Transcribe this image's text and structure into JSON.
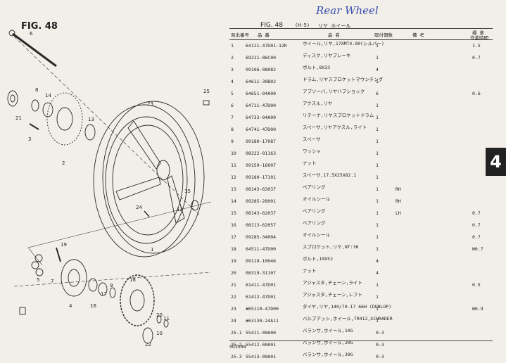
{
  "header": {
    "fig_left": "FIG. 48",
    "fig_table": "FIG. 48",
    "fig_section": "(H-5)",
    "fig_title": "リヤ ホイール",
    "handwritten_note": "Rear Wheel"
  },
  "columns": {
    "ref_no": "見出番号",
    "part_no": "品 番",
    "part_name": "品 名",
    "qty": "取付個数",
    "remarks": "備 考",
    "standard_top": "標 準",
    "standard_bottom": "作業時間"
  },
  "rows": [
    {
      "no": "1",
      "part_no": "64111-47D01-12R",
      "name": "ホイール,リヤ,17XMT4.00(シルバー)",
      "qty": "1",
      "remarks": "",
      "std": "1.5"
    },
    {
      "no": "2",
      "part_no": "69211-06C00",
      "name": "ディスク,リヤブレーキ",
      "qty": "1",
      "remarks": "",
      "std": "0.7"
    },
    {
      "no": "3",
      "part_no": "09106-08082",
      "name": "ボルト,8X33",
      "qty": "4",
      "remarks": "",
      "std": ""
    },
    {
      "no": "4",
      "part_no": "64611-30B02",
      "name": "ドラム,リヤスプロケットマウンチング",
      "qty": "1",
      "remarks": "",
      "std": ""
    },
    {
      "no": "5",
      "part_no": "64651-04A00",
      "name": "アブソーバ,リヤハブショック",
      "qty": "6",
      "remarks": "",
      "std": "0.6"
    },
    {
      "no": "6",
      "part_no": "64711-47D00",
      "name": "アクスル,リヤ",
      "qty": "1",
      "remarks": "",
      "std": ""
    },
    {
      "no": "7",
      "part_no": "64733-04A00",
      "name": "リテーナ,リヤスプロケットドラム",
      "qty": "1",
      "remarks": "",
      "std": ""
    },
    {
      "no": "8",
      "part_no": "64741-47D00",
      "name": "スペーサ,リヤアクスル,ライト",
      "qty": "1",
      "remarks": "",
      "std": ""
    },
    {
      "no": "9",
      "part_no": "09180-17087",
      "name": "スペーサ",
      "qty": "1",
      "remarks": "",
      "std": ""
    },
    {
      "no": "10",
      "part_no": "08322-01163",
      "name": "ワッシャ",
      "qty": "1",
      "remarks": "",
      "std": ""
    },
    {
      "no": "11",
      "part_no": "09159-16007",
      "name": "ナット",
      "qty": "1",
      "remarks": "",
      "std": ""
    },
    {
      "no": "12",
      "part_no": "09180-17101",
      "name": "スペーサ,17.5X25X82.1",
      "qty": "1",
      "remarks": "",
      "std": ""
    },
    {
      "no": "13",
      "part_no": "08143-63037",
      "name": "ベアリング",
      "qty": "1",
      "remarks": "RH",
      "std": ""
    },
    {
      "no": "14",
      "part_no": "09285-28001",
      "name": "オイルシール",
      "qty": "1",
      "remarks": "RH",
      "std": ""
    },
    {
      "no": "15",
      "part_no": "08143-62037",
      "name": "ベアリング",
      "qty": "1",
      "remarks": "LH",
      "std": "0.7"
    },
    {
      "no": "16",
      "part_no": "08113-62057",
      "name": "ベアリング",
      "qty": "1",
      "remarks": "",
      "std": "0.7"
    },
    {
      "no": "17",
      "part_no": "09285-34004",
      "name": "オイルシール",
      "qty": "1",
      "remarks": "",
      "std": "0.7"
    },
    {
      "no": "18",
      "part_no": "64511-47D00",
      "name": "スプロケット,リヤ,NT:36",
      "qty": "1",
      "remarks": "",
      "std": "W0.7"
    },
    {
      "no": "19",
      "part_no": "09119-10046",
      "name": "ボルト,10X52",
      "qty": "4",
      "remarks": "",
      "std": ""
    },
    {
      "no": "20",
      "part_no": "08319-31107",
      "name": "ナット",
      "qty": "4",
      "remarks": "",
      "std": ""
    },
    {
      "no": "21",
      "part_no": "61411-47D01",
      "name": "アジャスタ,チェーン,ライト",
      "qty": "1",
      "remarks": "",
      "std": "0.5"
    },
    {
      "no": "22",
      "part_no": "61412-47D01",
      "name": "アジャスタ,チェーン,レフト",
      "qty": "1",
      "remarks": "",
      "std": ""
    },
    {
      "no": "23",
      "part_no": "#65110-47D00",
      "name": "タイヤ,リヤ,140/70-17 66H (DUNLOP)",
      "qty": "1",
      "remarks": "",
      "std": "W0.9"
    },
    {
      "no": "24",
      "part_no": "#63130-24A11",
      "name": "バルブアッシ,ホイール,TR412,SCHRADER",
      "qty": "1",
      "remarks": "",
      "std": ""
    },
    {
      "no": "25-1",
      "part_no": "55411-00A00",
      "name": "バランサ,ホイール,10G",
      "qty": "0-3",
      "remarks": "",
      "std": ""
    },
    {
      "no": "25-2",
      "part_no": "55412-00A01",
      "name": "バランサ,ホイール,20G",
      "qty": "0-3",
      "remarks": "",
      "std": ""
    },
    {
      "no": "25-3",
      "part_no": "55413-00A01",
      "name": "バランサ,ホイール,30G",
      "qty": "0-3",
      "remarks": "",
      "std": ""
    }
  ],
  "footer": {
    "model": "SG350N"
  },
  "side_tab": {
    "label": "4"
  },
  "callouts": {
    "c1": "1",
    "c2": "2",
    "c3": "3",
    "c4": "4",
    "c5": "5",
    "c6": "6",
    "c7": "7",
    "c8": "8",
    "c9": "9",
    "c10": "10",
    "c11": "11",
    "c12": "12",
    "c13": "13",
    "c14": "14",
    "c15": "15",
    "c16": "16",
    "c17": "17",
    "c18": "18",
    "c19": "19",
    "c20": "20",
    "c21": "21",
    "c22": "22",
    "c23": "23",
    "c24": "24",
    "c25": "25"
  }
}
